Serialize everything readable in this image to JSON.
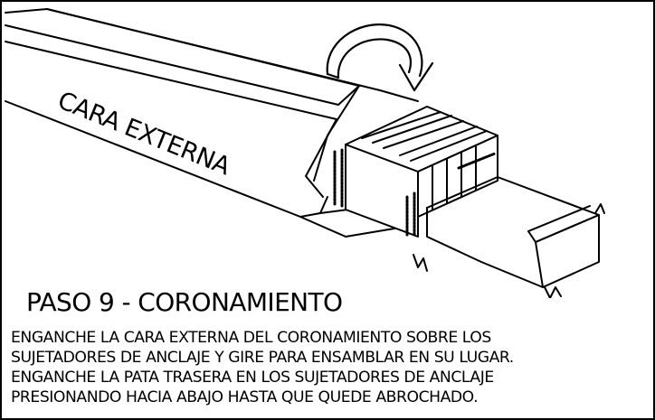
{
  "illustration": {
    "face_label": "CARA EXTERNA"
  },
  "step": {
    "title": "PASO 9 - CORONAMIENTO",
    "instructions": [
      "ENGANCHE LA CARA EXTERNA DEL CORONAMIENTO SOBRE LOS",
      "SUJETADORES DE ANCLAJE Y GIRE PARA ENSAMBLAR EN SU LUGAR.",
      "ENGANCHE LA PATA TRASERA EN LOS SUJETADORES DE ANCLAJE",
      "PRESIONANDO HACIA ABAJO HASTA QUE QUEDE ABROCHADO."
    ]
  },
  "colors": {
    "ink": "#000000",
    "paper": "#ffffff"
  }
}
